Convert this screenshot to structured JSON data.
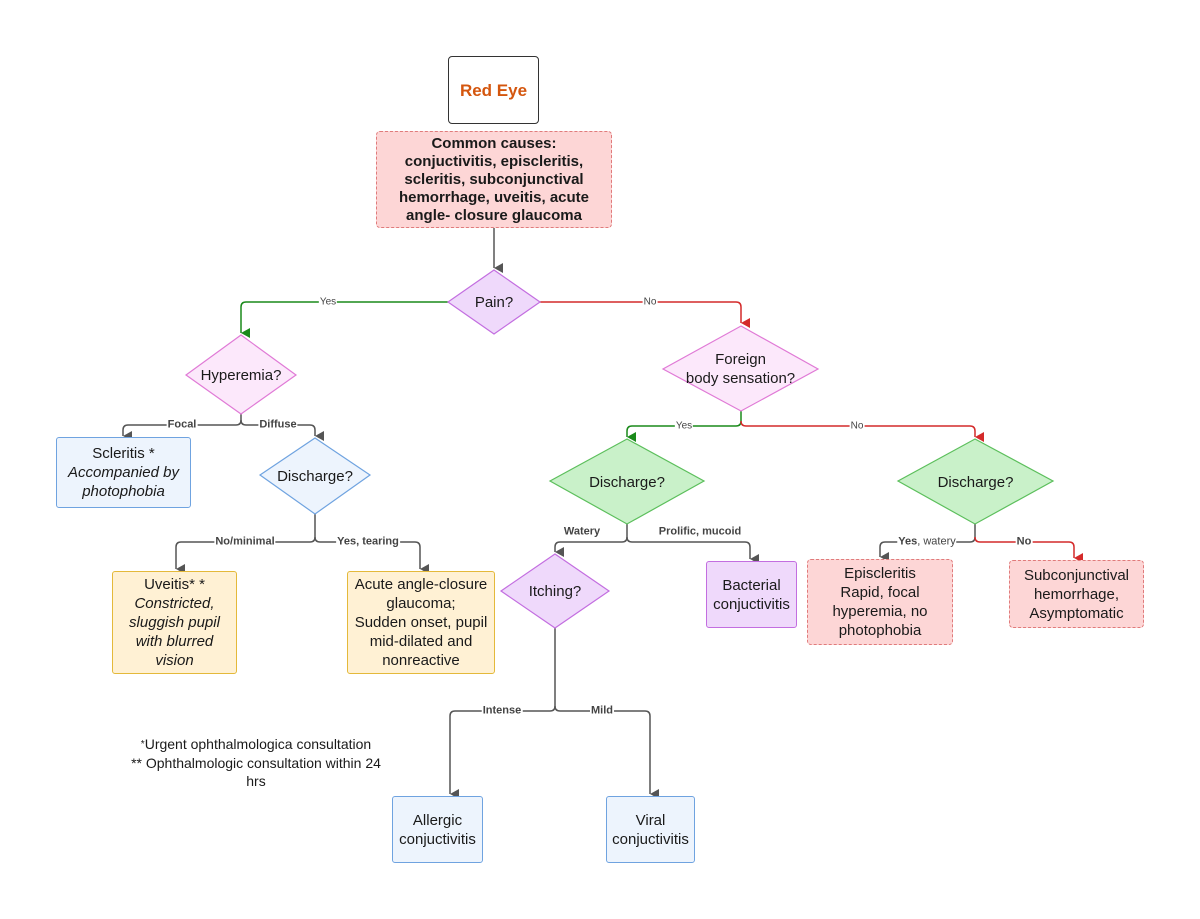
{
  "root": {
    "title": "Red Eye"
  },
  "causes": {
    "heading": "Common causes:",
    "line1": "conjuctivitis, episcleritis,",
    "line2": "scleritis, subconjunctival",
    "line3": "hemorrhage, uveitis, acute",
    "line4": "angle- closure glaucoma"
  },
  "decisions": {
    "pain": "Pain?",
    "hyperemia": "Hyperemia?",
    "foreign_1": "Foreign",
    "foreign_2": "body sensation?",
    "discharge_hyperemia": "Discharge?",
    "discharge_yes": "Discharge?",
    "discharge_no": "Discharge?",
    "itching": "Itching?"
  },
  "edges": {
    "pain_yes": "Yes",
    "pain_no": "No",
    "focal": "Focal",
    "diffuse": "Diffuse",
    "no_minimal": "No/minimal",
    "yes_tearing": "Yes, tearing",
    "foreign_yes": "Yes",
    "foreign_no": "No",
    "watery": "Watery",
    "prolific": "Prolific, mucoid",
    "yes_watery_bold": "Yes",
    "yes_watery_rest": ", watery",
    "no_discharge": "No",
    "intense": "Intense",
    "mild": "Mild"
  },
  "outcomes": {
    "scleritis": {
      "title": "Scleritis *",
      "note_1": "Accompanied by",
      "note_2": "photophobia"
    },
    "uveitis": {
      "title": "Uveitis* *",
      "note_1": "Constricted,",
      "note_2": "sluggish pupil",
      "note_3": "with blurred",
      "note_4": "vision"
    },
    "glaucoma": {
      "line1": "Acute angle-closure",
      "line2": "glaucoma;",
      "line3": "Sudden onset, pupil",
      "line4": "mid-dilated and",
      "line5": "nonreactive"
    },
    "bacterial": {
      "line1": "Bacterial",
      "line2": "conjuctivitis"
    },
    "episcleritis": {
      "line1": "Episcleritis",
      "line2": "Rapid, focal",
      "line3": "hyperemia, no",
      "line4": "photophobia"
    },
    "subconjunctival": {
      "line1": "Subconjunctival",
      "line2": "hemorrhage,",
      "line3": "Asymptomatic"
    },
    "allergic": {
      "line1": "Allergic",
      "line2": "conjuctivitis"
    },
    "viral": {
      "line1": "Viral",
      "line2": "conjuctivitis"
    }
  },
  "footnotes": {
    "line1_mark": "*",
    "line1": "Urgent ophthalmologica consultation",
    "line2": "** Ophthalmologic consultation within 24",
    "line3": "hrs"
  },
  "colors": {
    "yes_edge": "#1a8a1a",
    "no_edge": "#d42a2a",
    "neutral_edge": "#555555",
    "title_text": "#d4560e"
  }
}
